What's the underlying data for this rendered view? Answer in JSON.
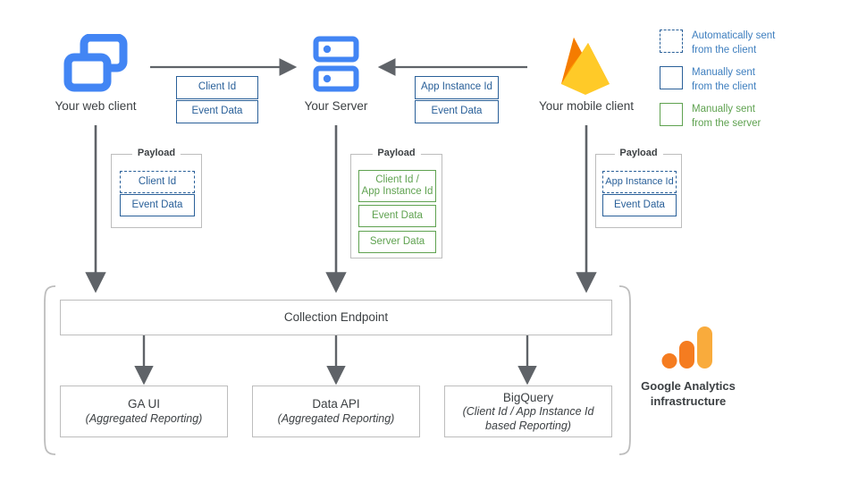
{
  "nodes": {
    "web_client": {
      "label": "Your web client",
      "icon": "browser-windows-icon"
    },
    "server": {
      "label": "Your Server",
      "icon": "server-racks-icon"
    },
    "mobile_client": {
      "label": "Your mobile client",
      "icon": "firebase-flame-icon"
    }
  },
  "transfers": {
    "web_to_server": {
      "boxes": [
        "Client Id",
        "Event Data"
      ],
      "direction": "right"
    },
    "mobile_to_server": {
      "boxes": [
        "App Instance Id",
        "Event Data"
      ],
      "direction": "left"
    }
  },
  "payloads": {
    "web": {
      "title": "Payload",
      "items": [
        {
          "label": "Client Id",
          "style": "blue-dashed"
        },
        {
          "label": "Event Data",
          "style": "blue-solid"
        }
      ]
    },
    "server": {
      "title": "Payload",
      "items": [
        {
          "label": "Client Id /\nApp Instance Id",
          "style": "green-solid"
        },
        {
          "label": "Event Data",
          "style": "green-solid"
        },
        {
          "label": "Server Data",
          "style": "green-solid"
        }
      ]
    },
    "mobile": {
      "title": "Payload",
      "items": [
        {
          "label": "App Instance Id",
          "style": "blue-dashed"
        },
        {
          "label": "Event Data",
          "style": "blue-solid"
        }
      ]
    }
  },
  "infrastructure": {
    "endpoint": "Collection Endpoint",
    "outputs": [
      {
        "name": "GA UI",
        "note": "(Aggregated Reporting)"
      },
      {
        "name": "Data API",
        "note": "(Aggregated Reporting)"
      },
      {
        "name": "BigQuery",
        "note": "(Client Id / App Instance Id\nbased Reporting)"
      }
    ],
    "caption": "Google Analytics\ninfrastructure"
  },
  "legend": {
    "items": [
      {
        "text": "Automatically sent\nfrom the client",
        "swatch": "dashed-blue",
        "color": "#3f7fbf"
      },
      {
        "text": "Manually sent\nfrom the client",
        "swatch": "solid-blue",
        "color": "#3f7fbf"
      },
      {
        "text": "Manually sent\nfrom the server",
        "swatch": "solid-green",
        "color": "#5fa250"
      }
    ]
  },
  "colors": {
    "blue": "#2a6099",
    "legend_blue": "#3f7fbf",
    "green": "#5fa250",
    "icon_blue": "#4285f4",
    "firebase_orange": "#f57c00",
    "firebase_amber": "#ffa000",
    "firebase_yellow": "#ffca28",
    "ga_orange": "#f57c20",
    "ga_yellow": "#f9ab3c",
    "arrow_grey": "#5f6368",
    "outline_grey": "#bdbdbd"
  }
}
